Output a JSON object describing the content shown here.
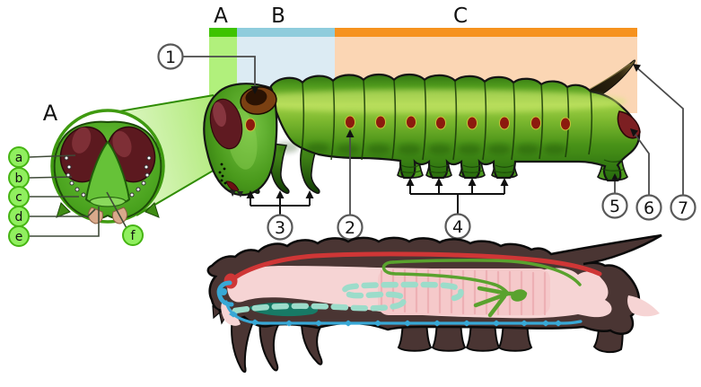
{
  "figure": {
    "type": "anatomical-diagram",
    "subject": "caterpillar external and internal anatomy"
  },
  "sections": {
    "a": "A",
    "b": "B",
    "c": "C"
  },
  "inset": {
    "title": "A",
    "callouts": [
      "a",
      "b",
      "c",
      "d",
      "e",
      "f"
    ]
  },
  "callouts": {
    "1": "1",
    "2": "2",
    "3": "3",
    "4": "4",
    "5": "5",
    "6": "6",
    "7": "7"
  },
  "colors": {
    "section_a_bar": "#3ec300",
    "section_a_bg": "#b1f07c",
    "section_b_bar": "#8fccdc",
    "section_b_bg": "#dcebf3",
    "section_c_bar": "#f6921e",
    "section_c_bg": "#fbd6b4",
    "body_green": "#4f9a1d",
    "eye_patch": "#5c191f",
    "spiracle": "#8c1a0e",
    "silhouette_brown": "#4a3533",
    "gut_pink": "#f6d4d4",
    "dorsal_vessel_red": "#cf3636",
    "nerve_cord_blue": "#38a8d6",
    "tubules_green": "#5aa22e",
    "silk_gland_teal": "#9cdcca",
    "callout_circle_fill": "#ffffff",
    "letter_circle_fill": "#90ef5f"
  }
}
